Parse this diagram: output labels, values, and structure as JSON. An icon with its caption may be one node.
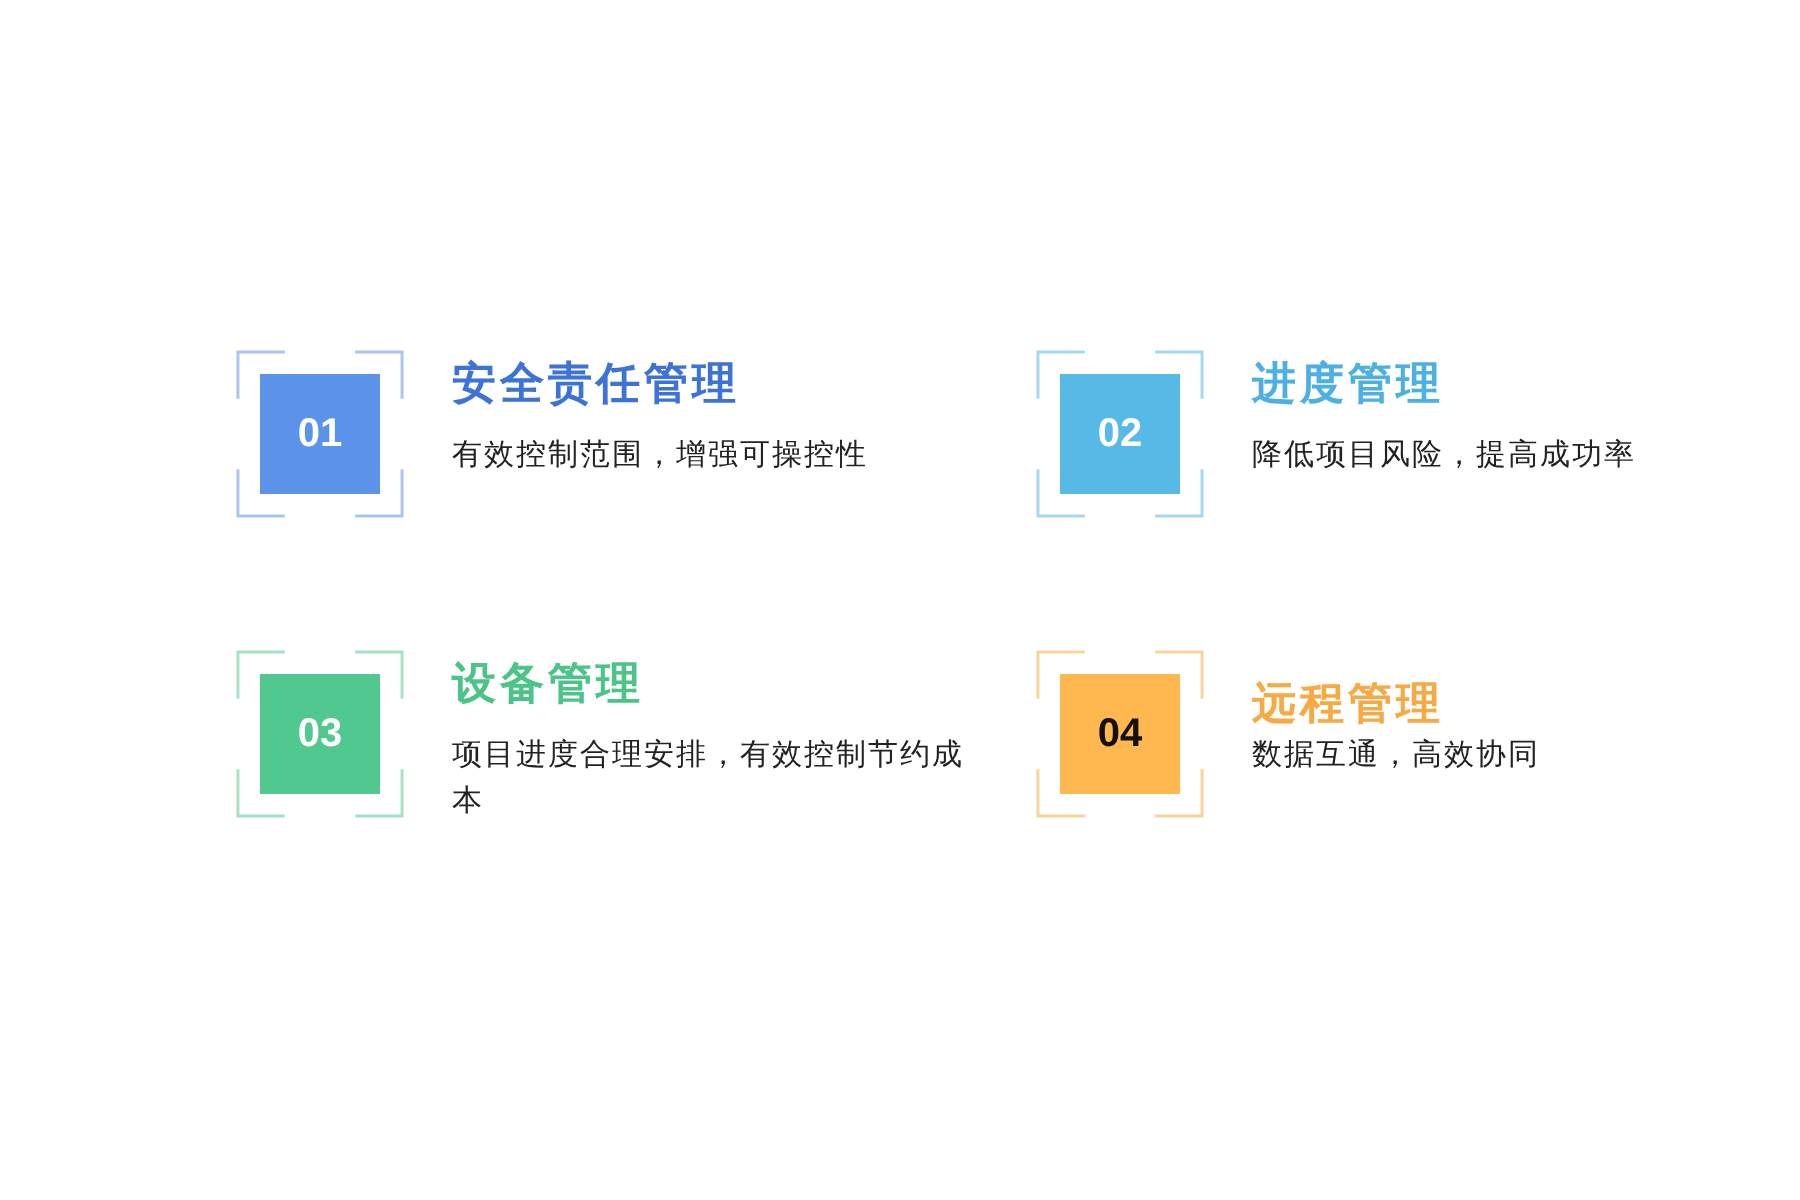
{
  "diagram": {
    "nodes": [
      {
        "text": [
          "01"
        ],
        "beside": [
          "安全责任管理",
          "有效控制范围，增强可操控性"
        ]
      },
      {
        "text": [
          "02"
        ],
        "beside": [
          "进度管理",
          "降低项目风险，提高成功率"
        ]
      },
      {
        "text": [
          "03"
        ],
        "beside": [
          "设备管理",
          "项目进度合理安排，有效控制节约成本"
        ]
      },
      {
        "text": [
          "04"
        ],
        "beside": [
          "远程管理",
          "数据互通，高效协同"
        ]
      }
    ]
  }
}
